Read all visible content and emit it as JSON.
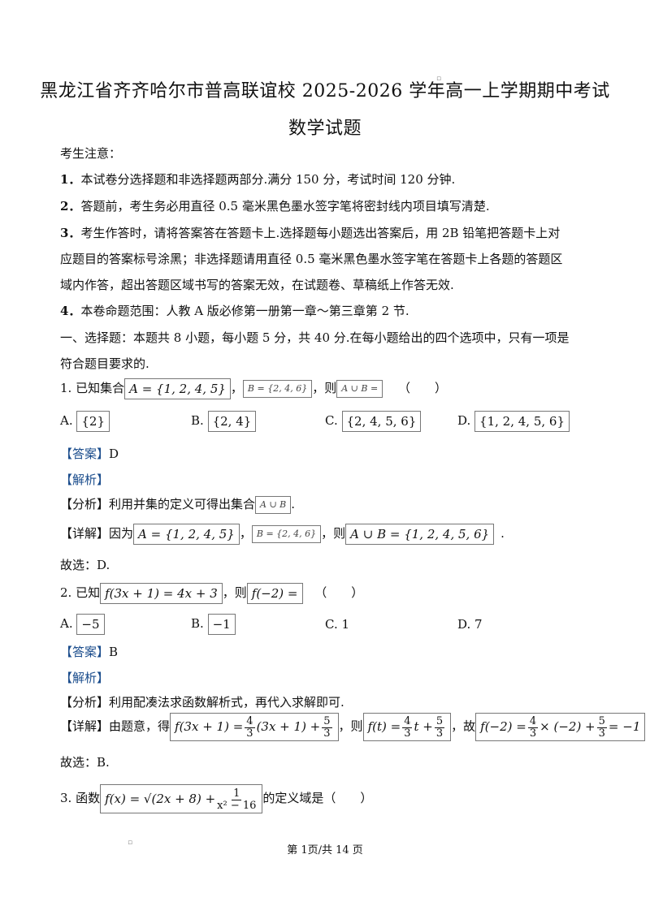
{
  "header": {
    "title": "黑龙江省齐齐哈尔市普高联谊校 2025-2026 学年高一上学期期中考试",
    "subtitle": "数学试题"
  },
  "notice": {
    "heading": "考生注意：",
    "n1_num": "1．",
    "n1_text": "本试卷分选择题和非选择题两部分.满分 150 分，考试时间 120 分钟.",
    "n2_num": "2．",
    "n2_text": "答题前，考生务必用直径 0.5 毫米黑色墨水签字笔将密封线内项目填写清楚.",
    "n3_num": "3．",
    "n3_text": "考生作答时，请将答案答在答题卡上.选择题每小题选出答案后，用 2B 铅笔把答题卡上对",
    "n3_line2": "应题目的答案标号涂黑；非选择题请用直径 0.5 毫米黑色墨水签字笔在答题卡上各题的答题区",
    "n3_line3": "域内作答，超出答题区域书写的答案无效，在试题卷、草稿纸上作答无效.",
    "n4_num": "4．",
    "n4_text": "本卷命题范围：人教 A 版必修第一册第一章～第三章第 2 节."
  },
  "section1": {
    "line1": "一、选择题：本题共 8 小题，每小题 5 分，共 40 分.在每小题给出的四个选项中，只有一项是",
    "line2": "符合题目要求的."
  },
  "q1": {
    "prefix": "1. 已知集合",
    "setA": "A = {1, 2, 4, 5}",
    "comma": "，",
    "setB": "B = {2, 4, 6}",
    "then": "，则",
    "union": "A ∪ B =",
    "paren": "（　　）",
    "optA_label": "A.",
    "optA": "{2}",
    "optB_label": "B.",
    "optB": "{2, 4}",
    "optC_label": "C.",
    "optC": "{2, 4, 5, 6}",
    "optD_label": "D.",
    "optD": "{1, 2, 4, 5, 6}",
    "answer_tag": "【答案】",
    "answer": "D",
    "analysis_tag": "【解析】",
    "fenxi_tag": "【分析】",
    "fenxi": "利用并集的定义可得出集合",
    "fenxi_box": "A ∪ B",
    "fenxi_end": ".",
    "xiangjie_tag": "【详解】",
    "xiangjie": "因为",
    "xj_A": "A = {1, 2, 4, 5}",
    "xj_comma": "，",
    "xj_B": "B = {2, 4, 6}",
    "xj_then": "，则",
    "xj_union": "A ∪ B = {1, 2, 4, 5, 6}",
    "xj_end": ".",
    "guxuan": "故选：D."
  },
  "q2": {
    "prefix": "2. 已知",
    "expr": "f(3x + 1) = 4x + 3",
    "then": "，则",
    "ask": "f(−2) =",
    "paren": "（　　）",
    "optA_label": "A.",
    "optA": "−5",
    "optB_label": "B.",
    "optB": "−1",
    "optC": "C. 1",
    "optD": "D. 7",
    "answer_tag": "【答案】",
    "answer": "B",
    "analysis_tag": "【解析】",
    "fenxi_tag": "【分析】",
    "fenxi": "利用配凑法求函数解析式，再代入求解即可.",
    "xiangjie_tag": "【详解】",
    "xiangjie": "由题意，得",
    "xj1_left": "f(3x + 1) =",
    "xj1_mid": "(3x + 1) +",
    "xj_then": "，则",
    "xj2_left": "f(t) =",
    "xj2_mid": "t +",
    "xj_so": "，故",
    "xj3_left": "f(−2) =",
    "xj3_mid": "× (−2) +",
    "xj3_right": "= −1",
    "num4": "4",
    "num5": "5",
    "den3": "3",
    "xj_end": ".",
    "guxuan": "故选：B."
  },
  "q3": {
    "prefix": "3. 函数",
    "fx": "f(x) = √(2x + 8) +",
    "num": "1",
    "den": "x² − 16",
    "suffix": "的定义域是（　　）"
  },
  "footer": {
    "text": "第 1页/共 14 页"
  }
}
